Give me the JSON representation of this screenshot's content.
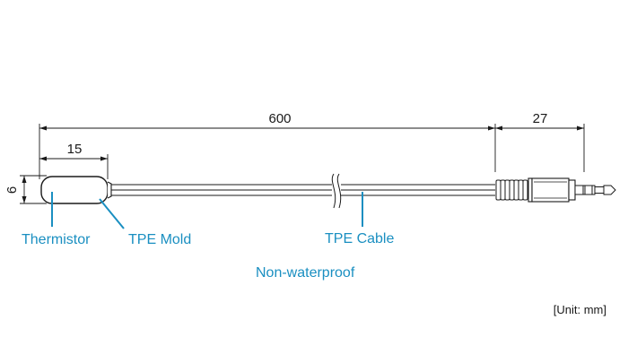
{
  "dimensions": {
    "total_length": "600",
    "plug_length": "27",
    "mold_length": "15",
    "mold_height": "6"
  },
  "labels": {
    "thermistor": "Thermistor",
    "tpe_mold": "TPE Mold",
    "tpe_cable": "TPE Cable",
    "variant": "Non-waterproof",
    "unit": "[Unit: mm]"
  },
  "colors": {
    "line": "#1a1a1a",
    "label": "#1a8fc1"
  }
}
